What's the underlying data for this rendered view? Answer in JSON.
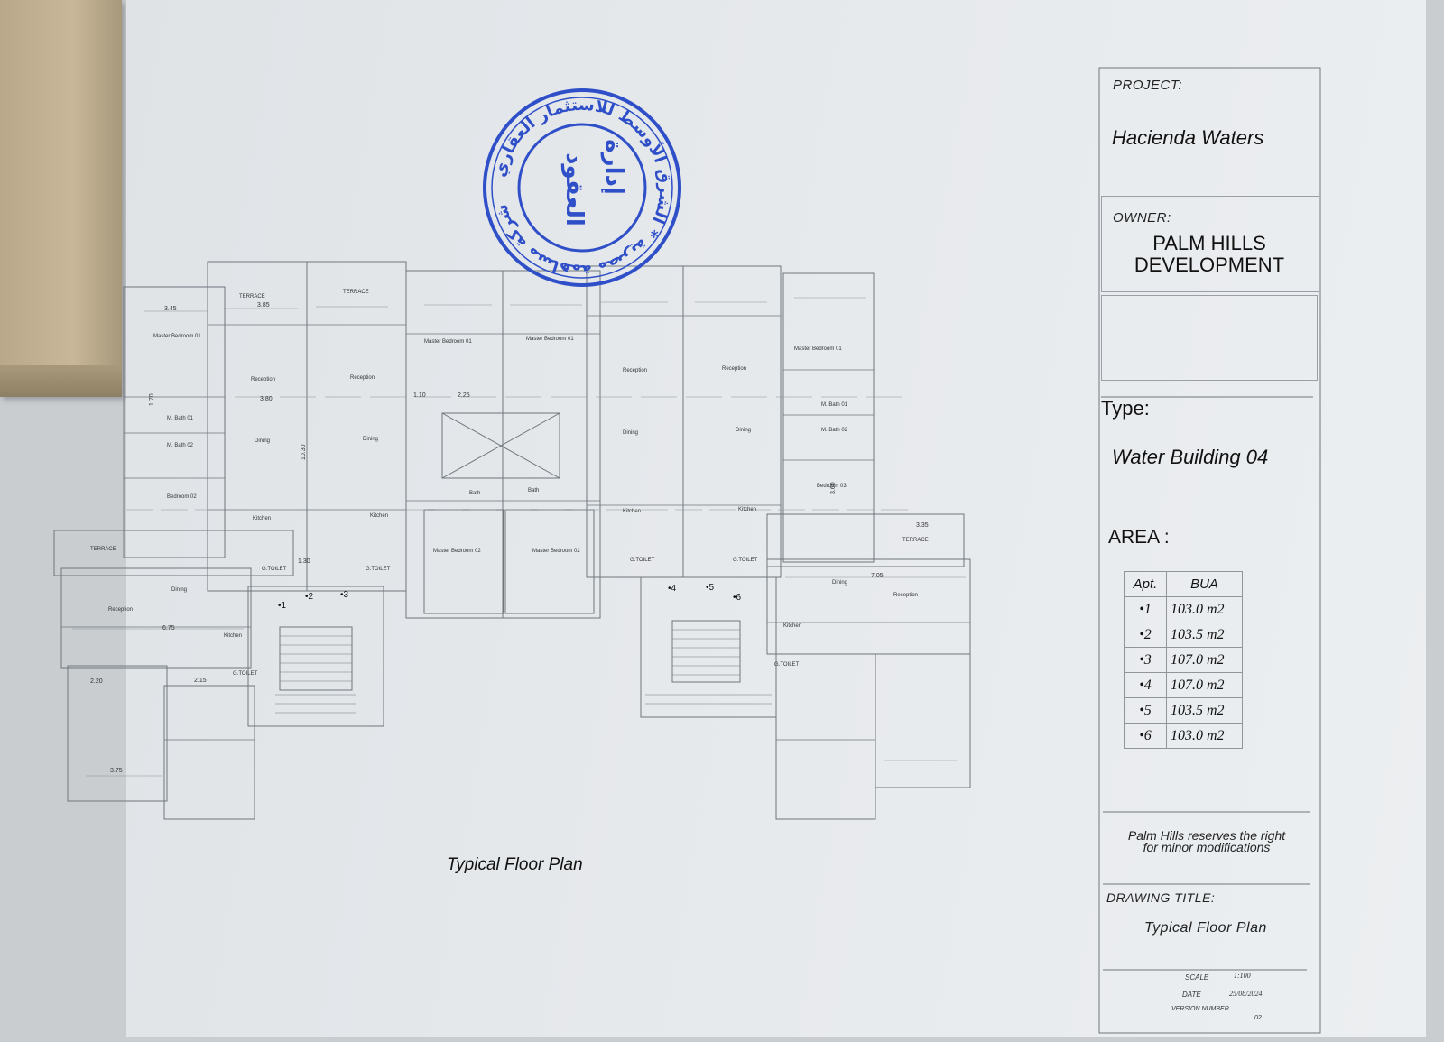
{
  "title_block": {
    "project_label": "PROJECT:",
    "project_value": "Hacienda Waters",
    "owner_label": "OWNER:",
    "owner_line1": "PALM HILLS",
    "owner_line2": "DEVELOPMENT",
    "type_label": "Type:",
    "type_value": "Water Building 04",
    "area_label": "AREA :",
    "area_table": {
      "headers": [
        "Apt.",
        "BUA"
      ],
      "rows": [
        {
          "apt": "•1",
          "bua": "103.0 m2"
        },
        {
          "apt": "•2",
          "bua": "103.5 m2"
        },
        {
          "apt": "•3",
          "bua": "107.0 m2"
        },
        {
          "apt": "•4",
          "bua": "107.0 m2"
        },
        {
          "apt": "•5",
          "bua": "103.5 m2"
        },
        {
          "apt": "•6",
          "bua": "103.0 m2"
        }
      ]
    },
    "note_line1": "Palm Hills reserves the right",
    "note_line2": "for minor modifications",
    "drawing_title_label": "DRAWING TITLE:",
    "drawing_title_value": "Typical Floor Plan",
    "scale_label": "SCALE",
    "scale_value": "1:100",
    "date_label": "DATE",
    "date_value": "25/08/2024",
    "version_label": "VERSION NUMBER",
    "version_value": "02"
  },
  "plan": {
    "title": "Typical Floor Plan",
    "apartment_markers": [
      "•1",
      "•2",
      "•3",
      "•4",
      "•5",
      "•6"
    ],
    "room_labels": {
      "terrace": "TERRACE",
      "master_bedroom_01": "Master Bedroom 01",
      "master_bedroom_02": "Master Bedroom 02",
      "reception": "Reception",
      "dining": "Dining",
      "kitchen": "Kitchen",
      "bedroom_02": "Bedroom 02",
      "bedroom_03": "Bedroom 03",
      "m_bath_01": "M. Bath 01",
      "m_bath_02": "M. Bath 02",
      "bath": "Bath",
      "g_toilet": "G.TOILET"
    },
    "dimensions": [
      "3.45",
      "3.85",
      "3.80",
      "10.30",
      "2.25",
      "1.10",
      "1.70",
      "3.60",
      "6.75",
      "2.15",
      "7.05",
      "3.35",
      "2.20",
      "1.30",
      "3.75"
    ]
  },
  "stamp": {
    "ring_text": "شركة مساهمة مصرية * الشرق الأوسط للاستثمار العقاري",
    "center_line1": "إدارة",
    "center_line2": "العقود"
  },
  "colors": {
    "stamp_blue": "#2f4fc8",
    "line": "#6e767c",
    "paper": "#e6e9ec"
  }
}
